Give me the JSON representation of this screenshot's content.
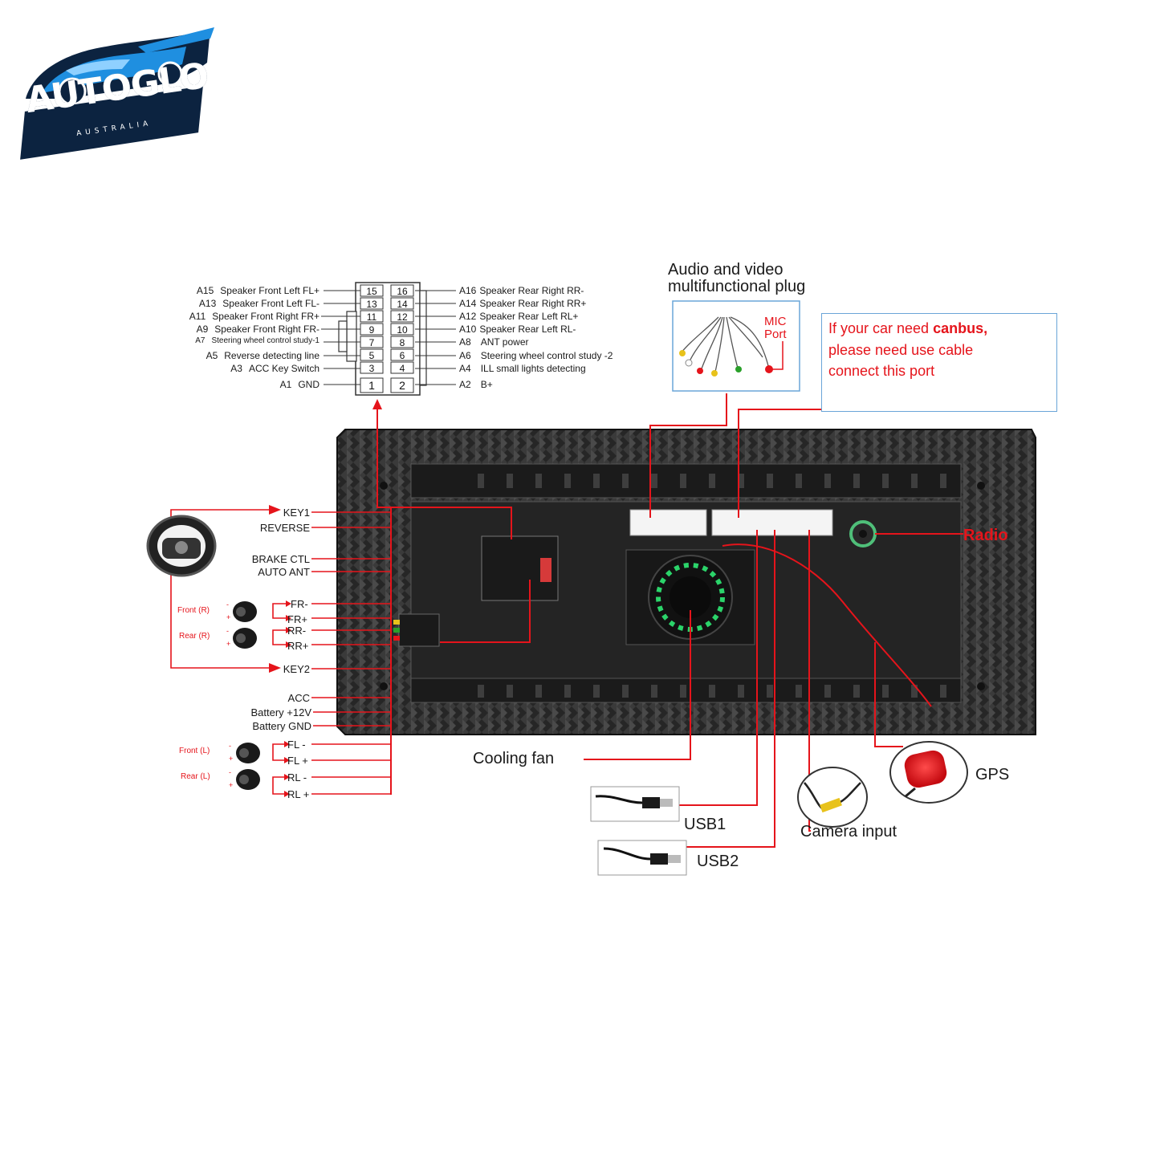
{
  "brand": {
    "name": "AUTOGLO",
    "sub": "AUSTRALIA",
    "colors": {
      "navy": "#0c2340",
      "blue": "#1f8fe0"
    }
  },
  "colors": {
    "wire_red": "#e5141b",
    "box_blue": "#6aa5d8",
    "panel_dark": "#2b2b2b"
  },
  "connector": {
    "left_pins": [
      {
        "code": "A15",
        "label": "Speaker Front Left FL+"
      },
      {
        "code": "A13",
        "label": "Speaker Front Left FL-"
      },
      {
        "code": "A11",
        "label": "Speaker Front Right FR+"
      },
      {
        "code": "A9",
        "label": "Speaker Front Right FR-"
      },
      {
        "code": "A7",
        "label": "Steering wheel control study-1"
      },
      {
        "code": "A5",
        "label": "Reverse detecting line"
      },
      {
        "code": "A3",
        "label": "ACC Key Switch"
      },
      {
        "code": "A1",
        "label": "GND"
      }
    ],
    "right_pins": [
      {
        "code": "A16",
        "label": "Speaker Rear Right RR-"
      },
      {
        "code": "A14",
        "label": "Speaker Rear Right RR+"
      },
      {
        "code": "A12",
        "label": "Speaker Rear Left RL+"
      },
      {
        "code": "A10",
        "label": "Speaker Rear Left RL-"
      },
      {
        "code": "A8",
        "label": "ANT power"
      },
      {
        "code": "A6",
        "label": "Steering wheel control study -2"
      },
      {
        "code": "A4",
        "label": "ILL small lights detecting"
      },
      {
        "code": "A2",
        "label": "B+"
      }
    ],
    "grid": [
      [
        "15",
        "16"
      ],
      [
        "13",
        "14"
      ],
      [
        "11",
        "12"
      ],
      [
        "9",
        "10"
      ],
      [
        "7",
        "8"
      ],
      [
        "5",
        "6"
      ],
      [
        "3",
        "4"
      ],
      [
        "1",
        "2"
      ]
    ]
  },
  "av_plug": {
    "title_line1": "Audio and video",
    "title_line2": "multifunctional plug",
    "mic_line1": "MIC",
    "mic_line2": "Port"
  },
  "canbus": {
    "line1_pre": "If your car need ",
    "line1_bold": "canbus,",
    "line2": "please need use cable",
    "line3": "connect this port"
  },
  "left_wires": {
    "group1": [
      "KEY1",
      "REVERSE",
      "BRAKE CTL",
      "AUTO ANT"
    ],
    "front_r": "Front (R)",
    "rear_r": "Rear (R)",
    "front_l": "Front (L)",
    "rear_l": "Rear (L)",
    "speakers_r": [
      "FR-",
      "FR+",
      "RR-",
      "RR+"
    ],
    "key2": "KEY2",
    "power": [
      "ACC",
      "Battery +12V",
      "Battery GND"
    ],
    "speakers_l": [
      "FL -",
      "FL +",
      "RL -",
      "RL +"
    ]
  },
  "callouts": {
    "radio": "Radio",
    "cooling_fan": "Cooling fan",
    "usb1": "USB1",
    "usb2": "USB2",
    "camera_input": "Camera input",
    "gps": "GPS"
  },
  "icons": [
    "car-logo-icon",
    "steering-wheel-icon",
    "speaker-icon",
    "warning-icon",
    "usb-cable-icon",
    "rca-cable-icon",
    "gps-antenna-icon",
    "cooling-fan-icon"
  ]
}
